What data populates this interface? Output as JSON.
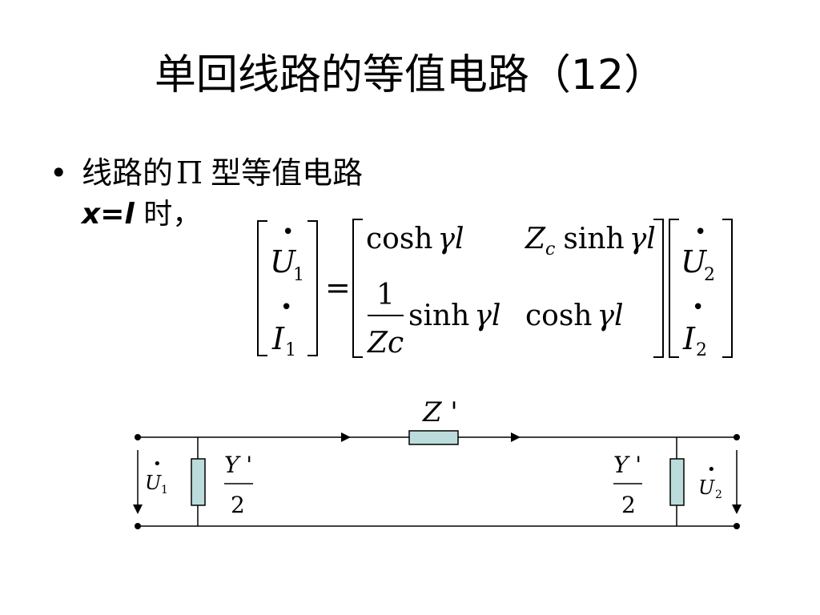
{
  "slide": {
    "title": "单回线路的等值电路（12）",
    "bullet": {
      "marker": "•",
      "text_before": "线路的",
      "pi_symbol": "Π",
      "text_after": "型等值电路"
    },
    "condition": {
      "equation": "x=l",
      "suffix": "时，"
    }
  },
  "matrix": {
    "equals": "=",
    "dot": "•",
    "lhs": {
      "U": "U",
      "U_sub": "1",
      "I": "I",
      "I_sub": "1"
    },
    "rhs": {
      "U": "U",
      "U_sub": "2",
      "I": "I",
      "I_sub": "2"
    },
    "cosh": "cosh",
    "sinh": "sinh",
    "gamma": "γ",
    "l": "l",
    "Zc": "Z",
    "Zc_sub": "c",
    "frac_num": "1",
    "frac_den": "Zc"
  },
  "circuit": {
    "series_label": "Z '",
    "shunt_label_num": "Y '",
    "shunt_label_den": "2",
    "left_voltage": "U",
    "left_voltage_sub": "1",
    "right_voltage": "U",
    "right_voltage_sub": "2",
    "dot": "•",
    "colors": {
      "component_fill": "#bcdcdc",
      "line": "#000000"
    }
  }
}
